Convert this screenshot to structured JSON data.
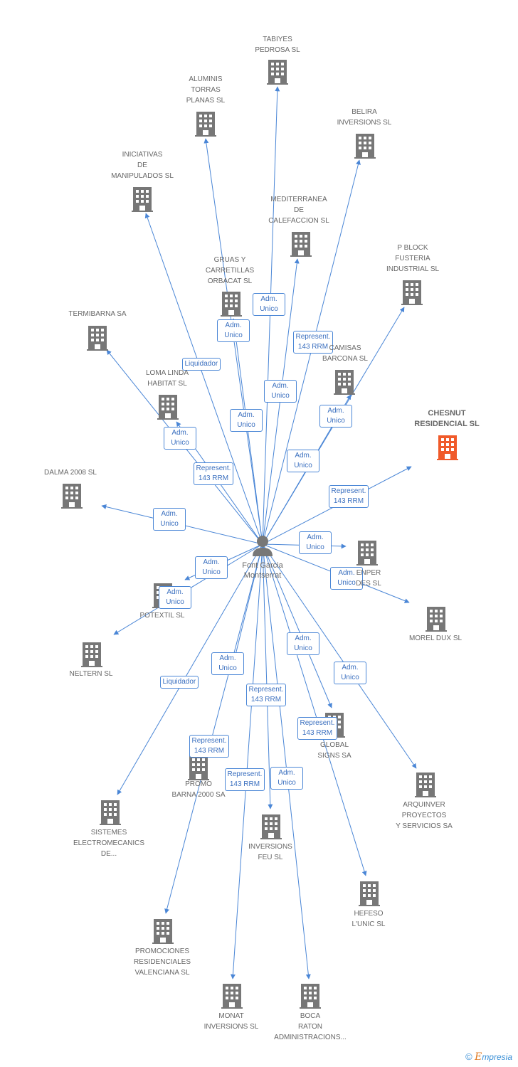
{
  "center": {
    "name": "Font Garcia\nMontserrat",
    "icon": "person-icon"
  },
  "colors": {
    "edge": "#4a86d6",
    "node": "#777777",
    "highlight": "#f05a2a"
  },
  "nodes": [
    {
      "id": "tabiyes",
      "label": "TABIYES\nPEDROSA SL"
    },
    {
      "id": "aluminis",
      "label": "ALUMINIS\nTORRAS\nPLANAS SL"
    },
    {
      "id": "belira",
      "label": "BELIRA\nINVERSIONS SL"
    },
    {
      "id": "iniciativas",
      "label": "INICIATIVAS\nDE\nMANIPULADOS SL"
    },
    {
      "id": "mediterranea",
      "label": "MEDITERRANEA\nDE\nCALEFACCION SL"
    },
    {
      "id": "gruas",
      "label": "GRUAS Y\nCARRETILLAS\nORBACAT SL"
    },
    {
      "id": "pblock",
      "label": "P BLOCK\nFUSTERIA\nINDUSTRIAL SL"
    },
    {
      "id": "termibarna",
      "label": "TERMIBARNA SA"
    },
    {
      "id": "camisas",
      "label": "CAMISAS\nBARCONA SL"
    },
    {
      "id": "lomalinda",
      "label": "LOMA LINDA\nHABITAT SL"
    },
    {
      "id": "chesnut",
      "label": "CHESNUT\nRESIDENCIAL SL",
      "highlight": true
    },
    {
      "id": "dalma",
      "label": "DALMA 2008 SL"
    },
    {
      "id": "enper",
      "label": "ENPER\nDES SL"
    },
    {
      "id": "potextil",
      "label": "POTEXTIL SL"
    },
    {
      "id": "moreldux",
      "label": "MOREL DUX SL"
    },
    {
      "id": "neltern",
      "label": "NELTERN SL"
    },
    {
      "id": "globalsigns",
      "label": "GLOBAL\nSIGNS SA"
    },
    {
      "id": "promobarna",
      "label": "PROMO\nBARNA 2000 SA"
    },
    {
      "id": "arquinver",
      "label": "ARQUINVER\nPROYECTOS\nY SERVICIOS SA"
    },
    {
      "id": "sistemes",
      "label": "SISTEMES\nELECTROMECANICS\nDE..."
    },
    {
      "id": "inversionsfeu",
      "label": "INVERSIONS\nFEU SL"
    },
    {
      "id": "hefeso",
      "label": "HEFESO\nL'UNIC SL"
    },
    {
      "id": "promociones",
      "label": "PROMOCIONES\nRESIDENCIALES\nVALENCIANA SL"
    },
    {
      "id": "monat",
      "label": "MONAT\nINVERSIONS SL"
    },
    {
      "id": "boca",
      "label": "BOCA\nRATON\nADMINISTRACIONS..."
    }
  ],
  "edges": [
    {
      "to": "tabiyes",
      "label": "Adm.\nUnico"
    },
    {
      "to": "aluminis",
      "label": "Adm.\nUnico"
    },
    {
      "to": "belira",
      "label": "Represent.\n143 RRM"
    },
    {
      "to": "iniciativas",
      "label": "Liquidador"
    },
    {
      "to": "mediterranea",
      "label": "Adm.\nUnico"
    },
    {
      "to": "gruas",
      "label": "Adm.\nUnico"
    },
    {
      "to": "pblock",
      "label": "Adm.\nUnico"
    },
    {
      "to": "termibarna",
      "label": "Represent.\n143 RRM"
    },
    {
      "to": "camisas",
      "label": "Adm.\nUnico"
    },
    {
      "to": "lomalinda",
      "label": "Adm.\nUnico"
    },
    {
      "to": "chesnut",
      "label": "Represent.\n143 RRM"
    },
    {
      "to": "dalma",
      "label": "Adm.\nUnico"
    },
    {
      "to": "enper",
      "label": "Adm.\nUnico"
    },
    {
      "to": "potextil",
      "label": "Adm.\nUnico"
    },
    {
      "to": "moreldux",
      "label": "Adm.\nUnico"
    },
    {
      "to": "neltern",
      "label": "Adm.\nUnico"
    },
    {
      "to": "globalsigns",
      "label": "Adm.\nUnico"
    },
    {
      "to": "promobarna",
      "label": "Adm.\nUnico"
    },
    {
      "to": "arquinver",
      "label": "Adm.\nUnico"
    },
    {
      "to": "sistemes",
      "label": "Liquidador"
    },
    {
      "to": "inversionsfeu",
      "label": "Represent.\n143 RRM"
    },
    {
      "to": "hefeso",
      "label": "Represent.\n143 RRM"
    },
    {
      "to": "promociones",
      "label": "Represent.\n143 RRM"
    },
    {
      "to": "monat",
      "label": "Represent.\n143 RRM"
    },
    {
      "to": "boca",
      "label": "Adm.\nUnico"
    }
  ],
  "brand": {
    "copyright": "©",
    "e": "E",
    "rest": "mpresia"
  }
}
